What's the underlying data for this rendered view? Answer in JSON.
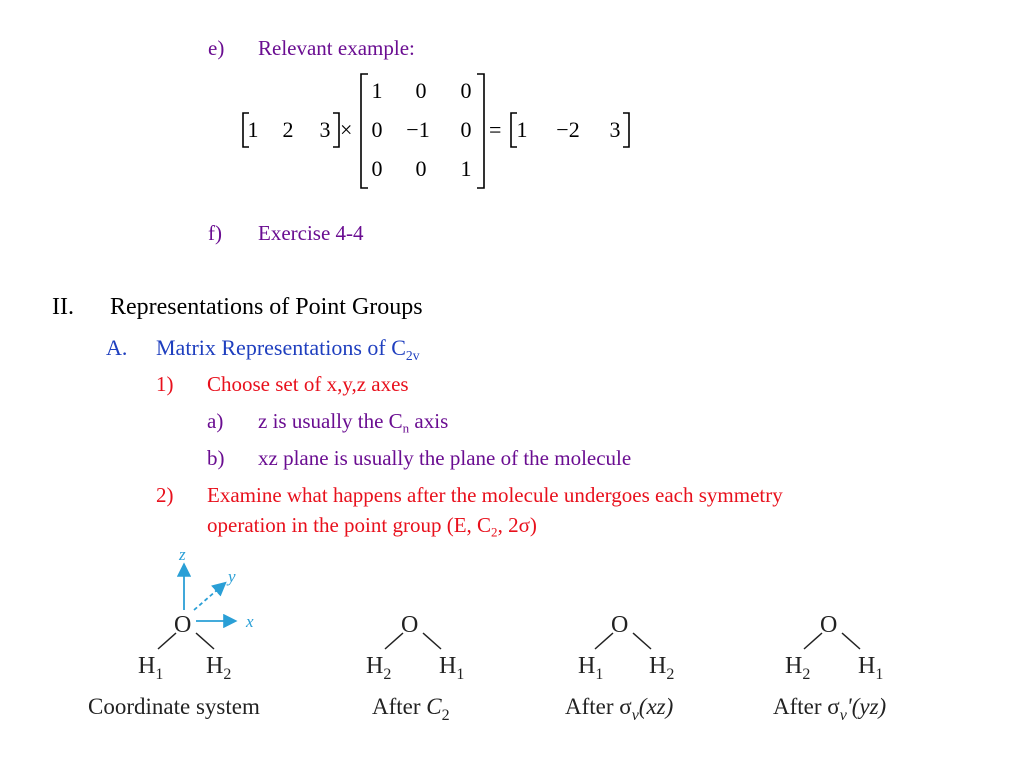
{
  "outline": {
    "e_marker": "e)",
    "e_text": "Relevant example:",
    "f_marker": "f)",
    "f_text": "Exercise 4-4",
    "II_marker": "II.",
    "II_text": "Representations of Point Groups",
    "A_marker": "A.",
    "A_text": "Matrix Representations of C",
    "A_sub": "2v",
    "one_marker": "1)",
    "one_text": "Choose set of x,y,z axes",
    "a_marker": "a)",
    "a_text_pre": "z is usually the C",
    "a_sub": "n",
    "a_text_post": " axis",
    "b_marker": "b)",
    "b_text": "xz plane is usually the plane of the molecule",
    "two_marker": "2)",
    "two_line1": "Examine what happens after the molecule undergoes each symmetry",
    "two_line2_pre": "operation in the point group (E, C",
    "two_sub": "2",
    "two_line2_post": ", 2σ)"
  },
  "matrix_example": {
    "row_vector": [
      "1",
      "2",
      "3"
    ],
    "times": "×",
    "matrix": [
      [
        "1",
        "0",
        "0"
      ],
      [
        "0",
        "−1",
        "0"
      ],
      [
        "0",
        "0",
        "1"
      ]
    ],
    "equals": "=",
    "result": [
      "1",
      "−2",
      "3"
    ]
  },
  "molecules": {
    "axes": {
      "z": "z",
      "y": "y",
      "x": "x"
    },
    "atoms": {
      "O": "O",
      "H": "H"
    },
    "panels": [
      {
        "left_sub": "1",
        "right_sub": "2",
        "caption": "Coordinate system"
      },
      {
        "left_sub": "2",
        "right_sub": "1",
        "caption_pre": "After ",
        "caption_sym": "C",
        "caption_sub": "2"
      },
      {
        "left_sub": "1",
        "right_sub": "2",
        "caption_pre": "After ",
        "caption_sym": "σ",
        "caption_sub": "v",
        "caption_post": "(xz)"
      },
      {
        "left_sub": "2",
        "right_sub": "1",
        "caption_pre": "After ",
        "caption_sym": "σ",
        "caption_sub": "v",
        "caption_post": "'(yz)"
      }
    ]
  },
  "colors": {
    "purple": "#6a0d91",
    "red": "#e8101c",
    "blue": "#1f3fbf",
    "axis_teal": "#2a9fd6"
  }
}
